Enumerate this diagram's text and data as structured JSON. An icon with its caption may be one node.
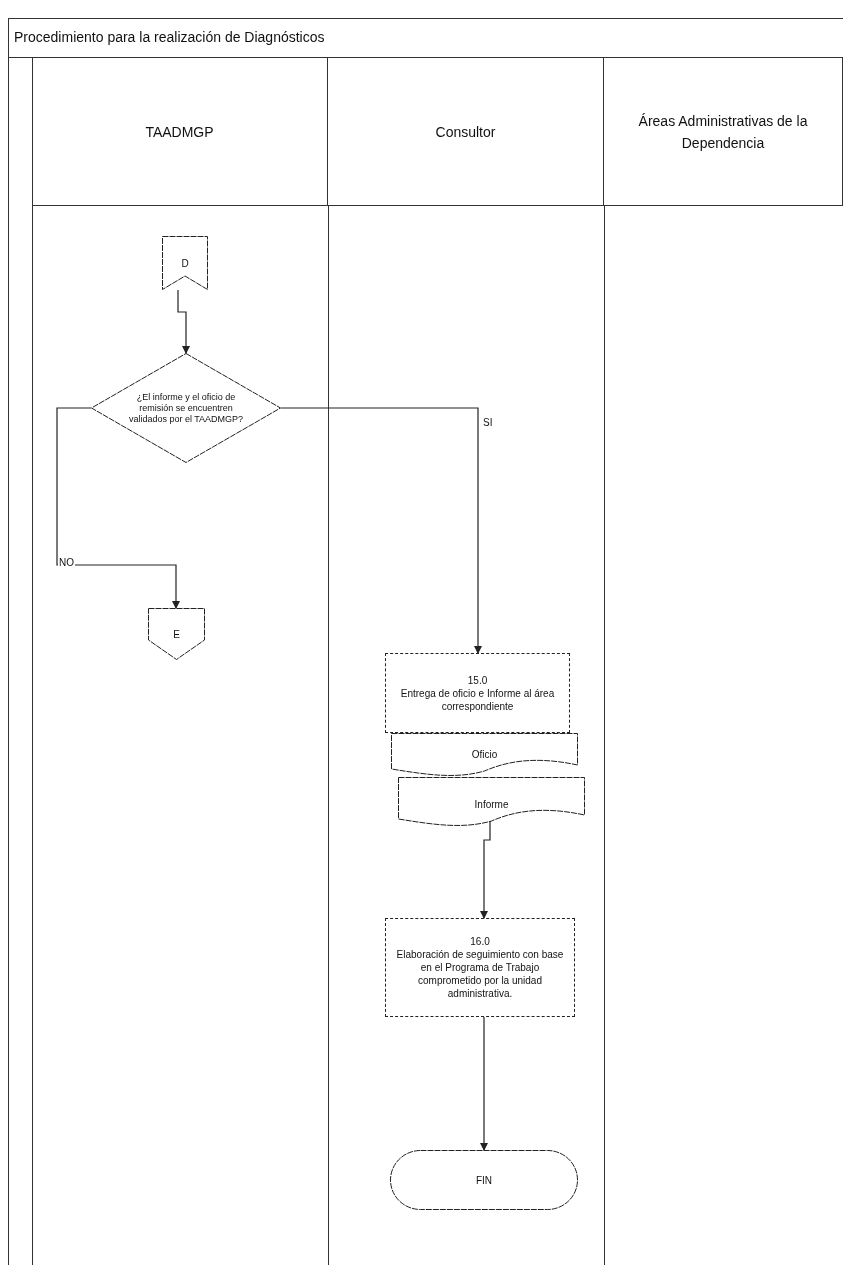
{
  "diagram": {
    "title": "Procedimiento para la realización de Diagnósticos",
    "nodes": [
      {
        "text": [
          "TAADMGP"
        ]
      },
      {
        "text": [
          "Consultor"
        ]
      },
      {
        "text": [
          "Áreas Administrativas de la Dependencia"
        ]
      },
      {
        "text": [
          "D"
        ]
      },
      {
        "text": [
          "¿El informe y el oficio de remisión se encuentren validados por el TAADMGP?"
        ]
      },
      {
        "text": [
          "E"
        ]
      },
      {
        "text": [
          "15.0",
          "Entrega de oficio e Informe al área correspondiente"
        ]
      },
      {
        "text": [
          "Oficio"
        ]
      },
      {
        "text": [
          "Informe"
        ]
      },
      {
        "text": [
          "16.0",
          "Elaboración de seguimiento con base en el Programa de Trabajo comprometido por la unidad administrativa."
        ]
      },
      {
        "text": [
          "FIN"
        ]
      }
    ],
    "edges": [
      {
        "from": 3,
        "to": 4,
        "arrow": "to"
      },
      {
        "from": 4,
        "to": 5,
        "arrow": "to",
        "label": "NO"
      },
      {
        "from": 4,
        "to": 6,
        "arrow": "to",
        "label": "SI"
      },
      {
        "from": 8,
        "to": 9,
        "arrow": "to"
      },
      {
        "from": 9,
        "to": 10,
        "arrow": "to"
      }
    ]
  }
}
